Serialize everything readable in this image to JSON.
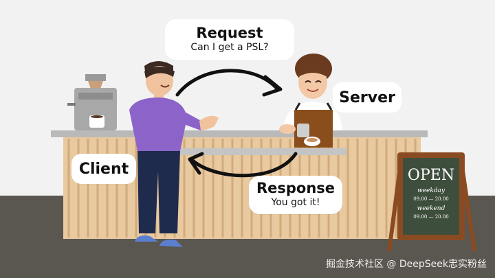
{
  "request": {
    "title": "Request",
    "text": "Can I get a PSL?"
  },
  "response": {
    "title": "Response",
    "text": "You got it!"
  },
  "labels": {
    "server": "Server",
    "client": "Client"
  },
  "sign": {
    "title": "OPEN",
    "line1": "weekday",
    "hours1": "09.00 — 20.00",
    "line2": "weekend",
    "hours2": "09.00 — 20.00"
  },
  "watermark": "掘金技术社区 @ DeepSeek忠实粉丝",
  "colors": {
    "background": "#f2f2f2",
    "floor": "#5a5650",
    "counter": "#e8c9a0",
    "counter_top": "#b9b9b9",
    "client_shirt": "#8b63c9",
    "client_pants": "#1f2b4d",
    "barista_apron": "#8a4e1c",
    "arrow": "#111111"
  }
}
